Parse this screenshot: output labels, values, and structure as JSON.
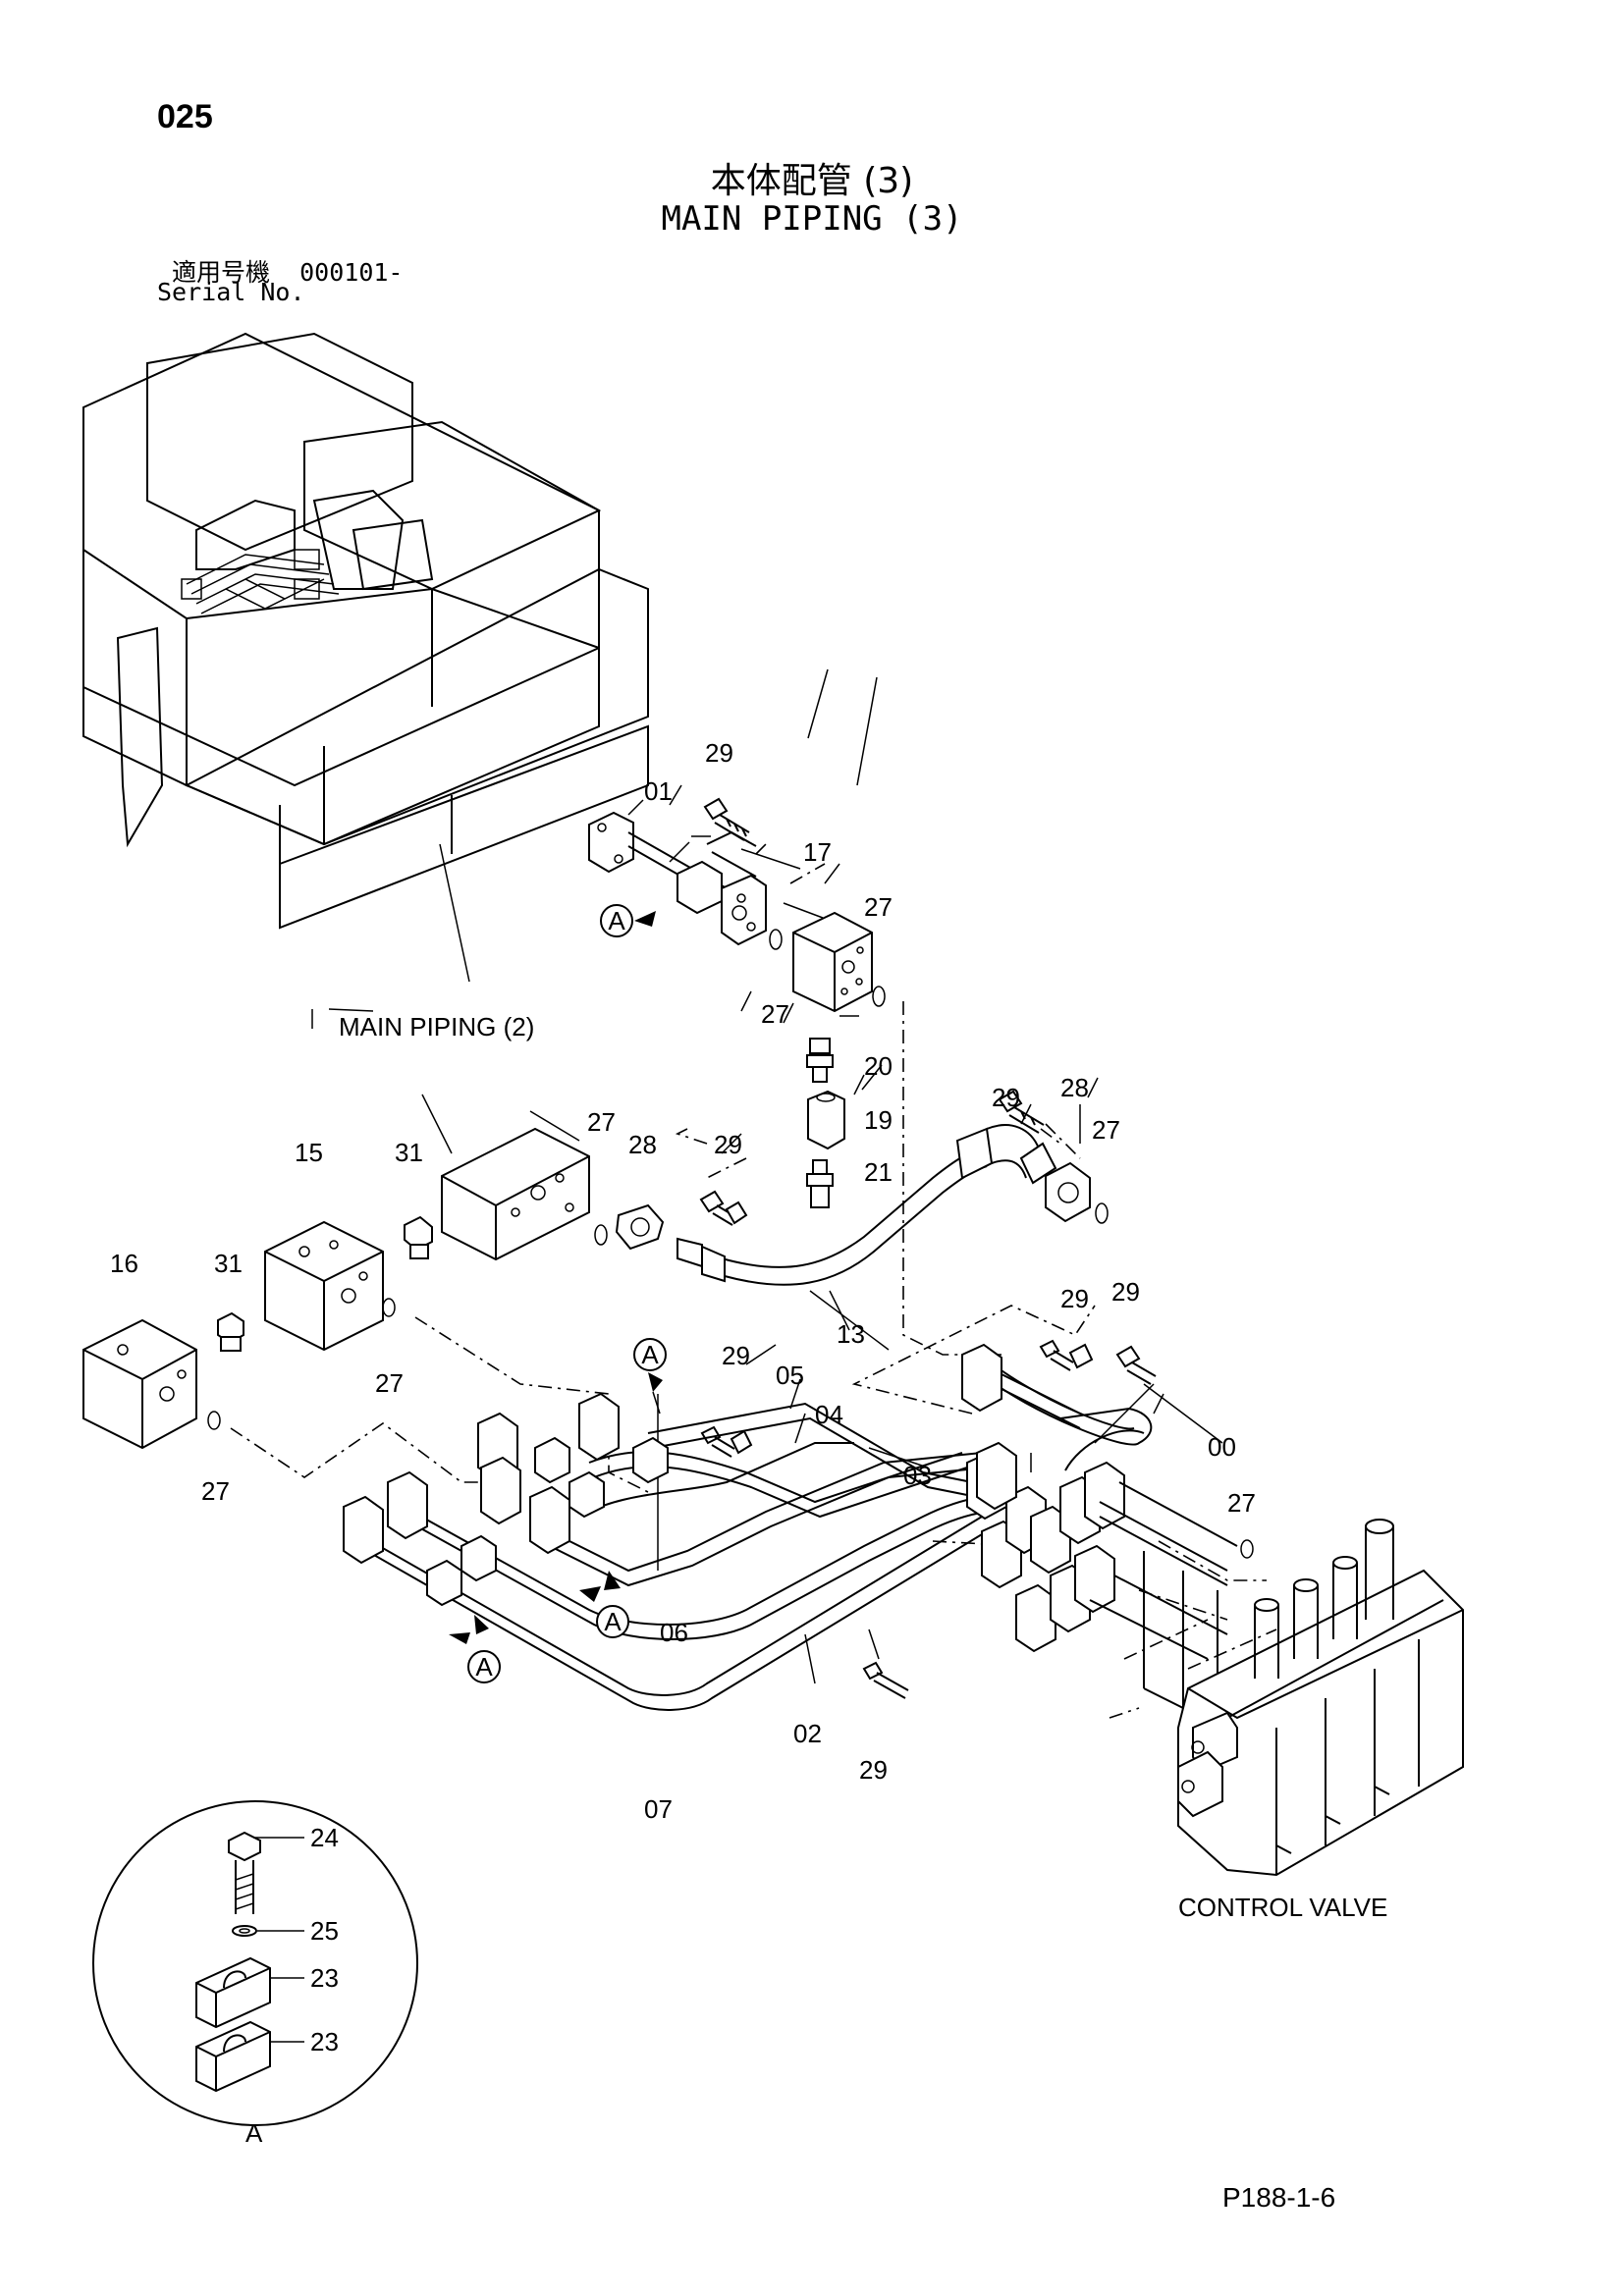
{
  "header": {
    "page_number": "025",
    "title_jp": "本体配管 (3)",
    "title_en": "MAIN PIPING (3)",
    "serial_label_jp": "適用号機",
    "serial_value": "000101-",
    "serial_label_en": "Serial No."
  },
  "captions": {
    "main_piping_ref": "MAIN PIPING (2)",
    "control_valve": "CONTROL VALVE",
    "detail_a": "A"
  },
  "callouts": {
    "c01": "01",
    "c29a": "29",
    "c17": "17",
    "c27a": "27",
    "c27b": "27",
    "c20": "20",
    "c19": "19",
    "c21": "21",
    "c29b": "29",
    "c28a": "28",
    "c27c": "27",
    "c27d": "27",
    "c28b": "28",
    "c29c": "29",
    "c15": "15",
    "c31a": "31",
    "c16": "16",
    "c31b": "31",
    "c27e": "27",
    "c27f": "27",
    "c13": "13",
    "c29d": "29",
    "c29e": "29",
    "c29f": "29",
    "c05": "05",
    "c04": "04",
    "c00": "00",
    "c03": "03",
    "c27g": "27",
    "c06": "06",
    "c02": "02",
    "c29g": "29",
    "c07": "07",
    "c24": "24",
    "c25": "25",
    "c23a": "23",
    "c23b": "23"
  },
  "view_markers": {
    "m1": "A",
    "m2": "A",
    "m3": "A",
    "m4": "A"
  },
  "footer": {
    "doc_code": "P188-1-6"
  }
}
